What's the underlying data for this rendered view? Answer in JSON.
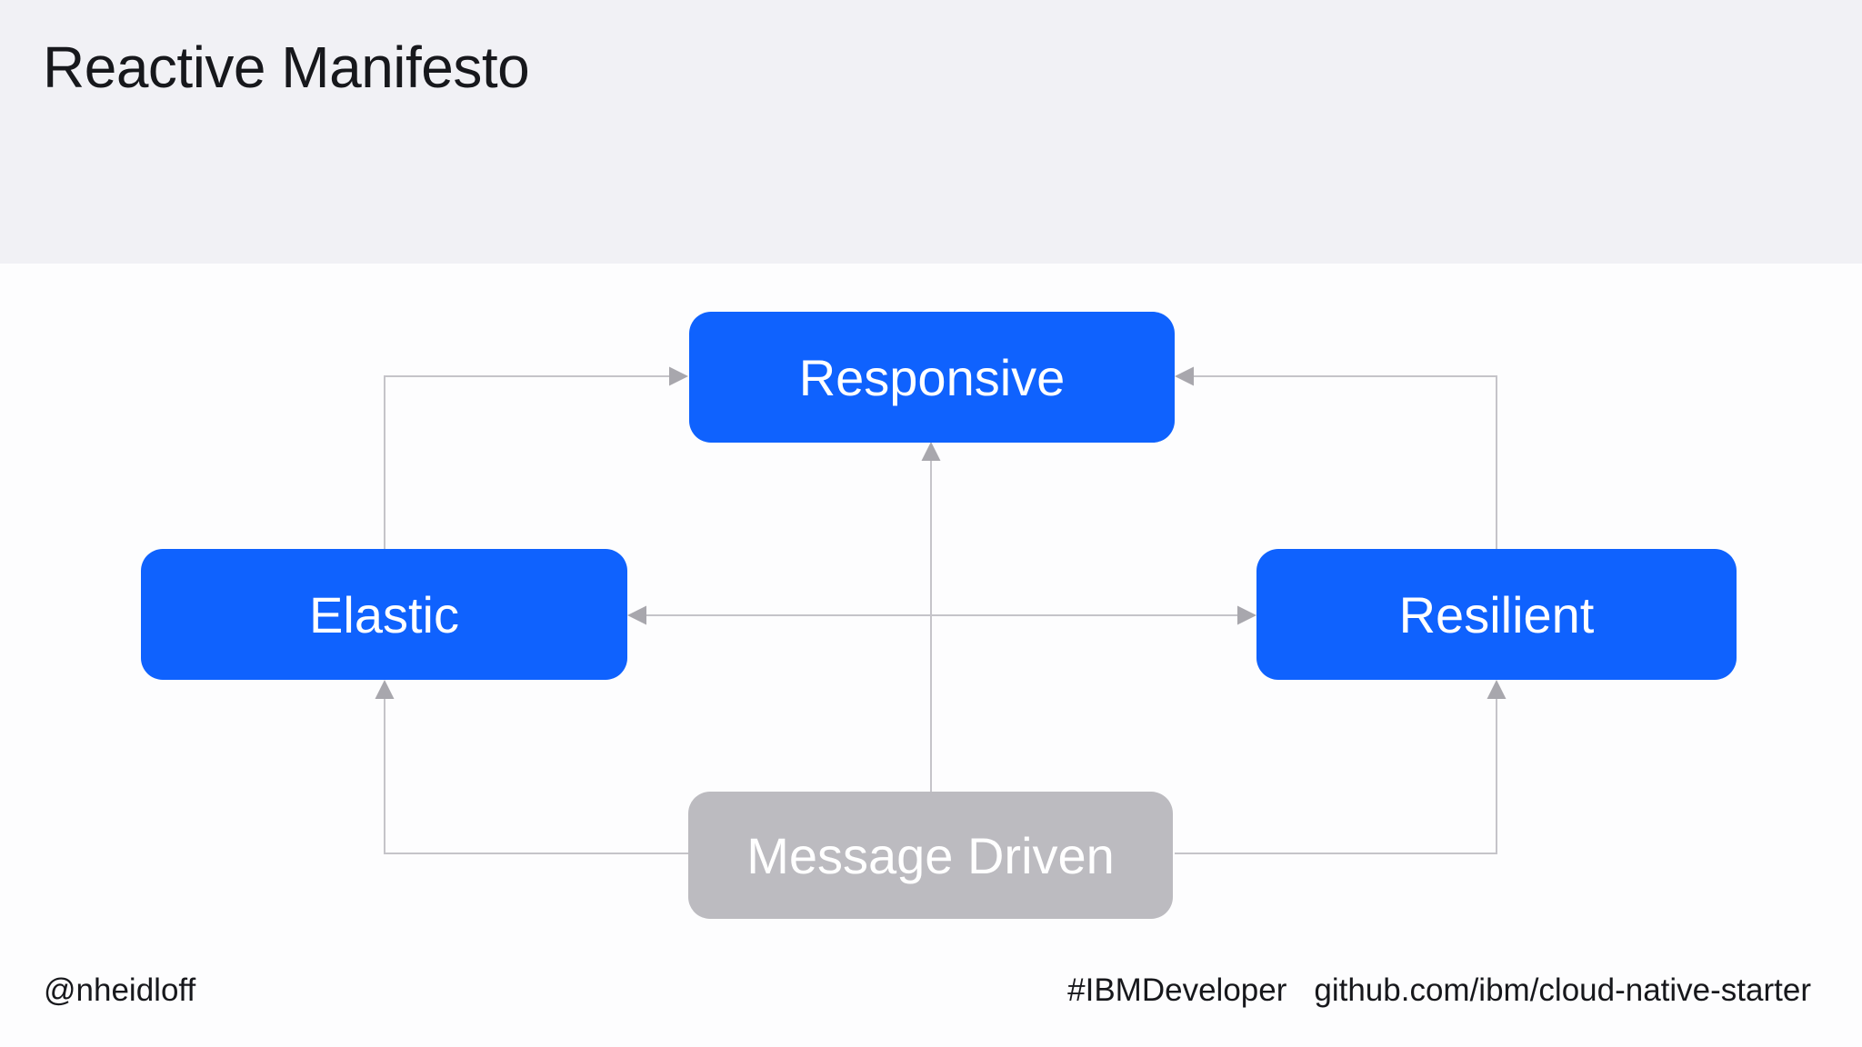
{
  "slide": {
    "title": "Reactive Manifesto",
    "footer": {
      "handle": "@nheidloff",
      "hashtag": "#IBMDeveloper",
      "repo": "github.com/ibm/cloud-native-starter"
    }
  },
  "diagram": {
    "title_ref": "Reactive Manifesto",
    "nodes": [
      {
        "id": "responsive",
        "label": "Responsive",
        "color": "#0f62fe",
        "text_color": "#ffffff"
      },
      {
        "id": "elastic",
        "label": "Elastic",
        "color": "#0f62fe",
        "text_color": "#ffffff"
      },
      {
        "id": "resilient",
        "label": "Resilient",
        "color": "#0f62fe",
        "text_color": "#ffffff"
      },
      {
        "id": "message_driven",
        "label": "Message Driven",
        "color": "#bcbbc0",
        "text_color": "#ffffff"
      }
    ],
    "edges": [
      {
        "from": "elastic",
        "to": "responsive",
        "bidirectional": false
      },
      {
        "from": "resilient",
        "to": "responsive",
        "bidirectional": false
      },
      {
        "from": "message_driven",
        "to": "responsive",
        "bidirectional": false
      },
      {
        "from": "elastic",
        "to": "resilient",
        "bidirectional": true
      },
      {
        "from": "message_driven",
        "to": "elastic",
        "bidirectional": false
      },
      {
        "from": "message_driven",
        "to": "resilient",
        "bidirectional": false
      }
    ],
    "colors": {
      "line": "#c5c4c9",
      "arrowhead": "#a8a7ad",
      "node_primary": "#0f62fe",
      "node_secondary": "#bcbbc0"
    }
  },
  "theme": {
    "header_background": "#f1f1f5",
    "body_background": "#fdfdfe",
    "text": "#17181c"
  }
}
